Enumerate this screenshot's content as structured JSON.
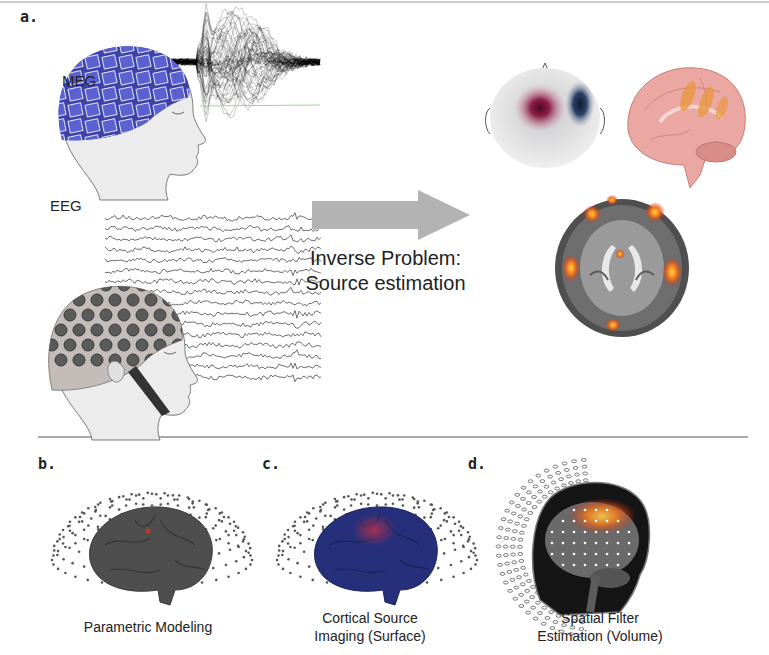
{
  "diagram": {
    "labels": [
      "a.",
      "MEG",
      "EEG",
      "Inverse Problem: Source estimation",
      "b.",
      "c.",
      "d.",
      "Parametric Modeling",
      "Cortical Source Imaging (Surface)",
      "Spatial Filter Estimation (Volume)"
    ]
  }
}
